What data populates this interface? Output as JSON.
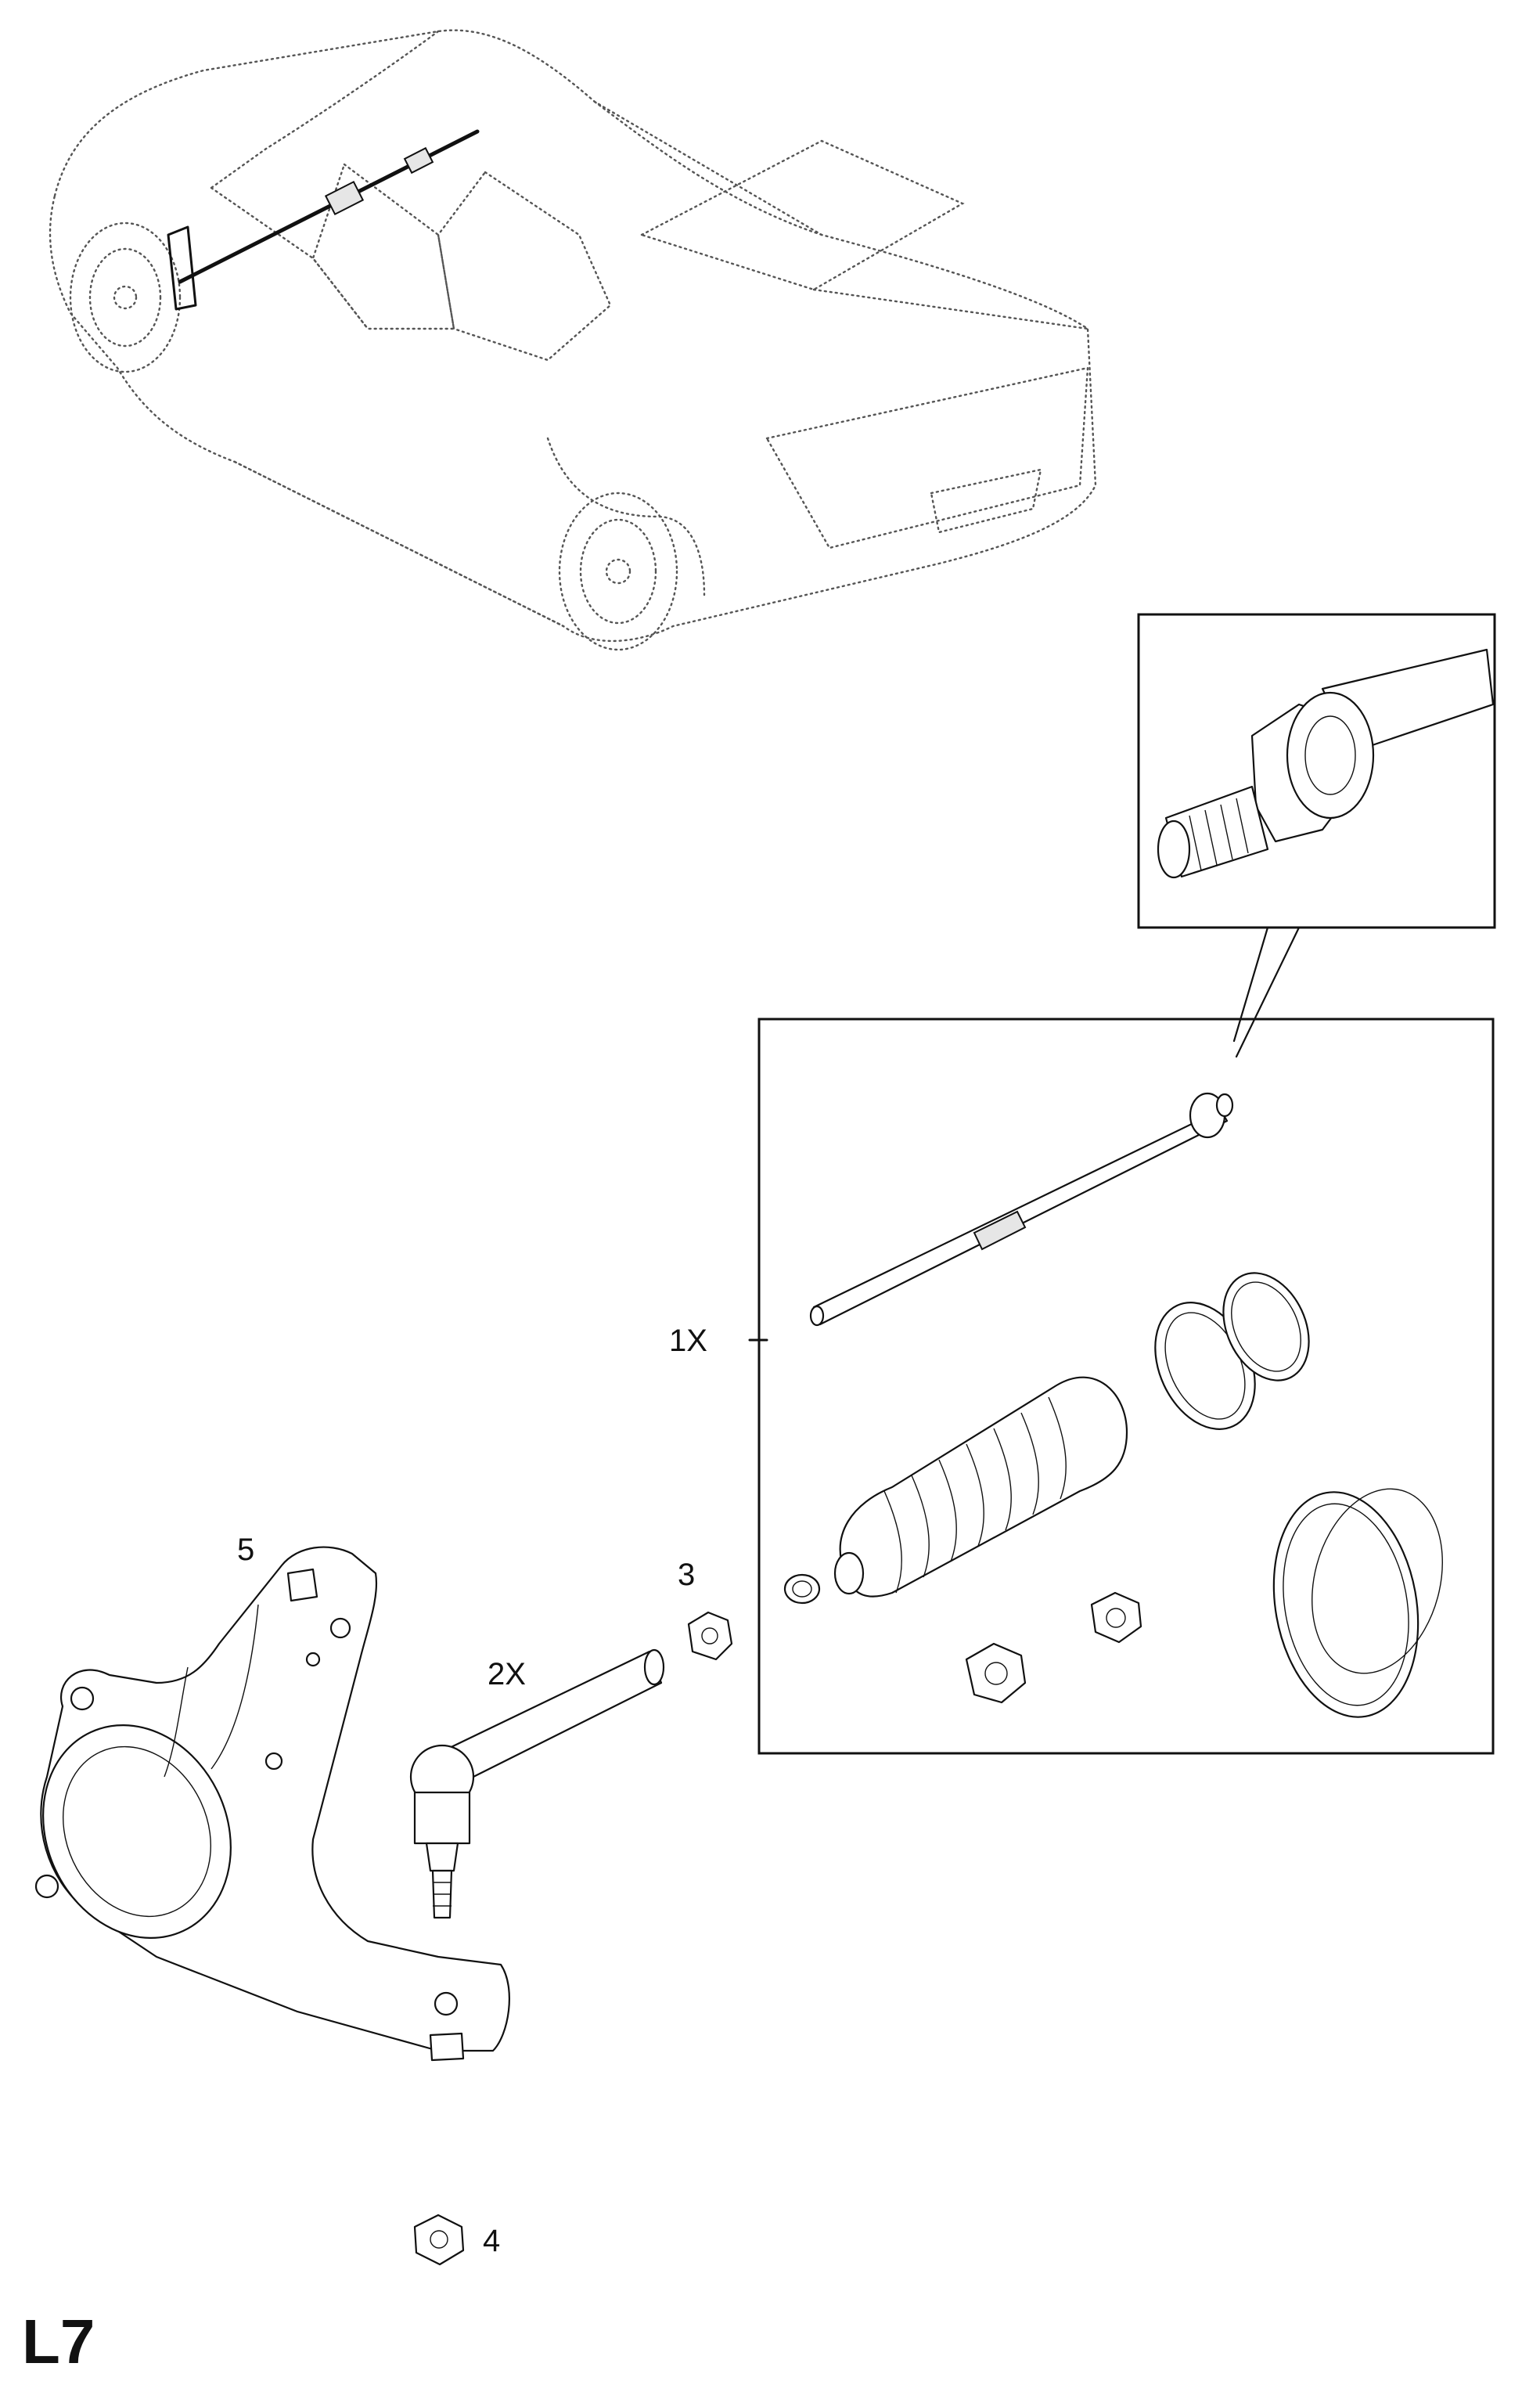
{
  "labels": {
    "part_1": "1X",
    "part_2": "2X",
    "part_3": "3",
    "part_4": "4",
    "part_5": "5"
  },
  "page_code": "L7"
}
